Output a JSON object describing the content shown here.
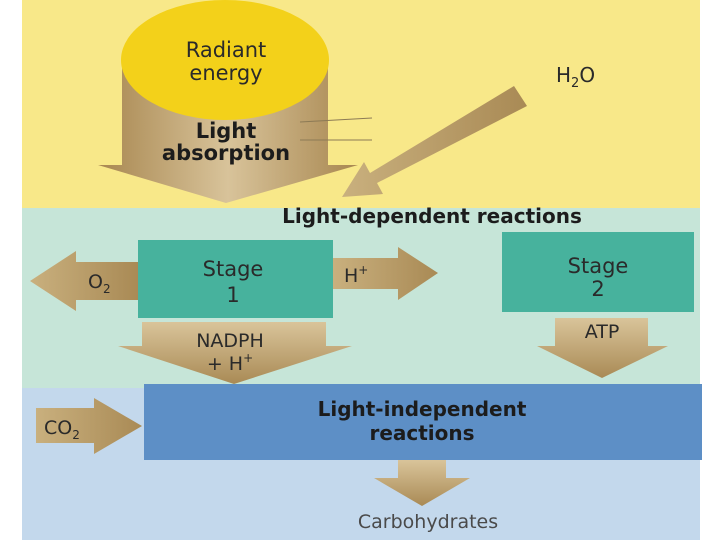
{
  "top": {
    "source_line1": "Radiant",
    "source_line2": "energy",
    "absorption_line1": "Light",
    "absorption_line2": "absorption",
    "water_label": "H",
    "water_subscript": "2",
    "water_suffix": "O"
  },
  "light_dependent": {
    "title": "Light-dependent reactions",
    "stage1_line1": "Stage",
    "stage1_line2": "1",
    "stage2_line1": "Stage",
    "stage2_line2": "2",
    "oxygen_label": "O",
    "oxygen_subscript": "2",
    "proton_label": "H",
    "proton_superscript": "+",
    "nadph_line1": "NADPH",
    "nadph_line2_prefix": "+ H",
    "nadph_line2_superscript": "+",
    "atp_label": "ATP"
  },
  "light_independent": {
    "title_line1": "Light-independent",
    "title_line2": "reactions",
    "co2_label": "CO",
    "co2_subscript": "2",
    "product_label": "Carbohydrates"
  },
  "colors": {
    "top_band": "#f8e889",
    "middle_band": "#c6e5d8",
    "bottom_band": "#c3d8ec",
    "sun_circle": "#f3d11a",
    "stage_box": "#47b29d",
    "independent_box": "#5d8fc6",
    "arrow": "#bda273"
  }
}
